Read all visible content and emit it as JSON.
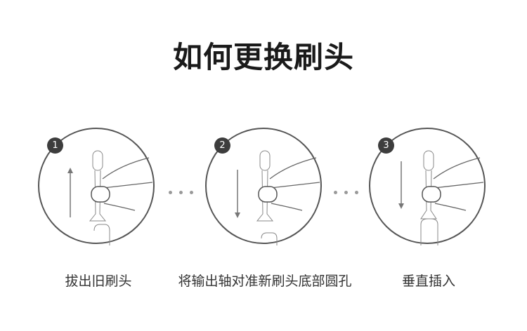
{
  "title": "如何更换刷头",
  "steps": [
    {
      "number": "1",
      "label": "拔出旧刷头",
      "direction": "up"
    },
    {
      "number": "2",
      "label": "将输出轴对准新刷头底部圆孔",
      "direction": "down"
    },
    {
      "number": "3",
      "label": "垂直插入",
      "direction": "down"
    }
  ]
}
